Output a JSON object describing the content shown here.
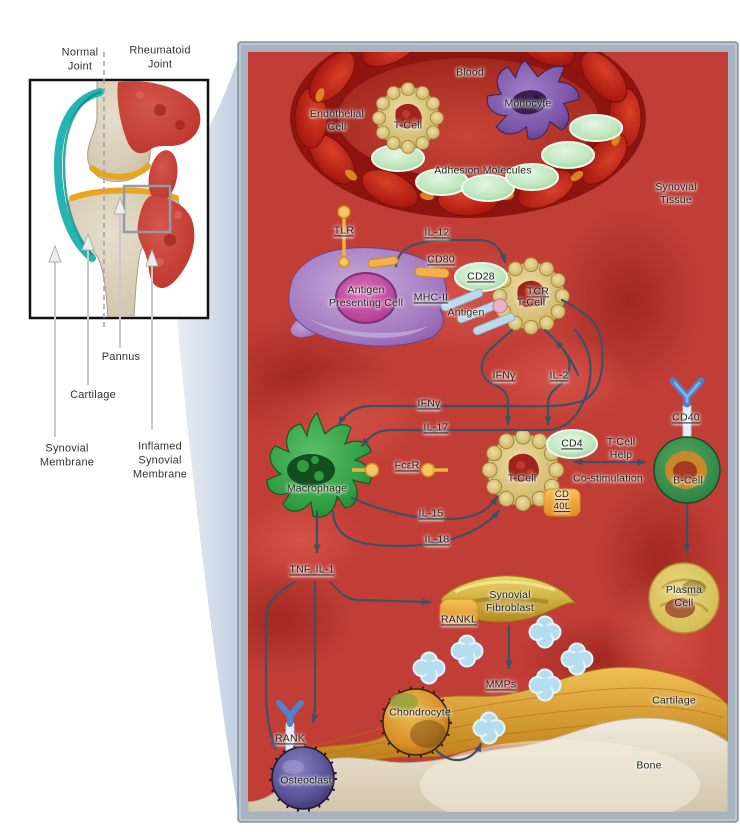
{
  "inset": {
    "normal_joint": "Normal\nJoint",
    "rheumatoid_joint": "Rheumatoid\nJoint",
    "pannus": "Pannus",
    "cartilage": "Cartilage",
    "synovial_membrane": "Synovial\nMembrane",
    "inflamed_synovial_membrane": "Inflamed\nSynovial\nMembrane"
  },
  "panel": {
    "blood": "Blood",
    "monocyte": "Monocyte",
    "endothelial_cell": "Endothelial\nCell",
    "t_cell": "T-Cell",
    "adhesion_molecules": "Adhesion Molecules",
    "synovial_tissue": "Synovial\nTissue",
    "tlr": "TLR",
    "il12": "IL-12",
    "cd80": "CD80",
    "cd28": "CD28",
    "antigen_presenting_cell": "Antigen\nPresenting Cell",
    "mhc_ii": "MHC-II",
    "tcr": "TCR",
    "antigen": "Antigen",
    "ifny": "IFNγ",
    "il2": "IL-2",
    "il17": "IL-17",
    "macrophage": "Macrophage",
    "fcer": "FcεR",
    "cd4": "CD4",
    "t_cell_help": "T-Cell\nHelp",
    "co_stimulation": "Co-stimulation",
    "b_cell": "B-Cell",
    "cd40": "CD40",
    "cd40l": "CD\n40L",
    "il15": "IL-15",
    "il18": "IL-18",
    "tnf_il1": "TNF, IL-1",
    "synovial_fibroblast": "Synovial\nFibroblast",
    "rankl": "RANKL",
    "mmps": "MMPs",
    "plasma_cell": "Plasma\nCell",
    "chondrocyte": "Chondrocyte",
    "cartilage": "Cartilage",
    "bone": "Bone",
    "rank": "RANK",
    "osteoclast": "Osteoclast"
  },
  "colors": {
    "panel_red": "#c13e36",
    "frame_gray": "#a7b3c1",
    "arrow": "#3d5166",
    "vessel_red": "#9c1410",
    "adhesion_green": "#c2e8c4",
    "membrane_teal": "#25b5b0",
    "cartilage_gold": "#e0a030",
    "bone_cream": "#e7ddca"
  }
}
